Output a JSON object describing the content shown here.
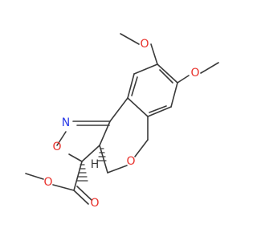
{
  "molecule": {
    "atom_labels": {
      "o_methoxy_top": "O",
      "o_methoxy_right": "O",
      "n_isoxazoline": "N",
      "o_isoxazoline": "O",
      "o_pyran": "O",
      "h_stereo": "H",
      "o_carbonyl": "O",
      "o_ester": "O"
    },
    "colors": {
      "bond": "#3a3a3a",
      "oxygen": "#e8302a",
      "nitrogen": "#2a3ae8",
      "hydrogen": "#3a3a3a"
    }
  }
}
